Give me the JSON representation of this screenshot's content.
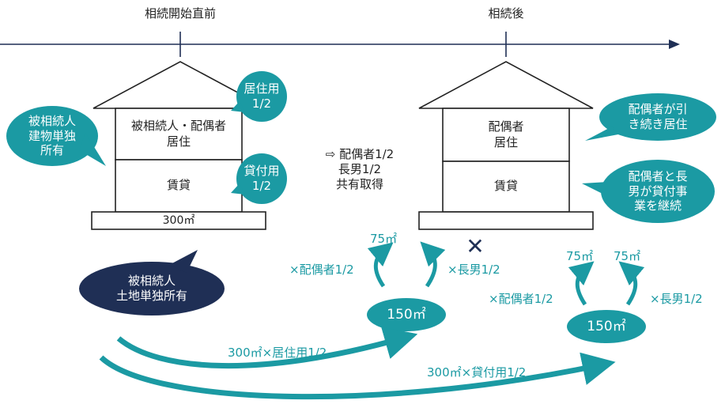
{
  "timeline": {
    "before_label": "相続開始直前",
    "after_label": "相続後"
  },
  "left_house": {
    "upper_room": "被相続人・配偶者\n居住",
    "lower_room": "賃貸",
    "area": "300㎡"
  },
  "right_house": {
    "upper_room": "配偶者\n居住",
    "lower_room": "賃貸"
  },
  "bubbles": {
    "building_owner": "被相続人\n建物単独\n所有",
    "residential_use": "居住用\n1/2",
    "rental_use": "貸付用\n1/2",
    "land_owner": "被相続人\n土地単独所有",
    "spouse_continues": "配偶者が引\nき続き居住",
    "spouse_son_rental": "配偶者と長\n男が貸付事\n業を継続"
  },
  "middle_note": "⇨ 配偶者1/2\n長男1/2\n共有取得",
  "cross_mark": "✕",
  "split_left": {
    "total": "150㎡",
    "left_area": "75㎡",
    "left_label": "×配偶者1/2",
    "right_label": "×長男1/2"
  },
  "split_right": {
    "total": "150㎡",
    "left_area": "75㎡",
    "right_area": "75㎡",
    "left_label": "×配偶者1/2",
    "right_label": "×長男1/2"
  },
  "arrows": {
    "residential_calc": "300㎡×居住用1/2",
    "rental_calc": "300㎡×貸付用1/2"
  },
  "colors": {
    "teal": "#1b9aa3",
    "navy": "#1f2f55",
    "line": "#222222"
  }
}
